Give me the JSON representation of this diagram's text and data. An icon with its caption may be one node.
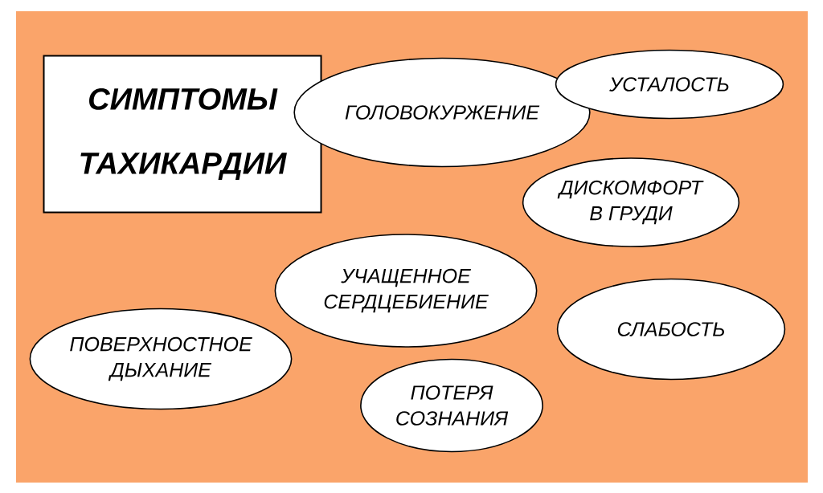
{
  "diagram": {
    "nodes": [
      {
        "text": [
          "СИМПТОМЫ ТАХИКАРДИИ"
        ]
      },
      {
        "text": [
          "ГОЛОВОКУРЖЕНИЕ"
        ]
      },
      {
        "text": [
          "УСТАЛОСТЬ"
        ]
      },
      {
        "text": [
          "ДИСКОМФОРТ В ГРУДИ"
        ]
      },
      {
        "text": [
          "УЧАЩЕННОЕ СЕРДЦЕБИЕНИЕ"
        ]
      },
      {
        "text": [
          "СЛАБОСТЬ"
        ]
      },
      {
        "text": [
          "ПОВЕРХНОСТНОЕ ДЫХАНИЕ"
        ]
      },
      {
        "text": [
          "ПОТЕРЯ СОЗНАНИЯ"
        ]
      }
    ]
  }
}
